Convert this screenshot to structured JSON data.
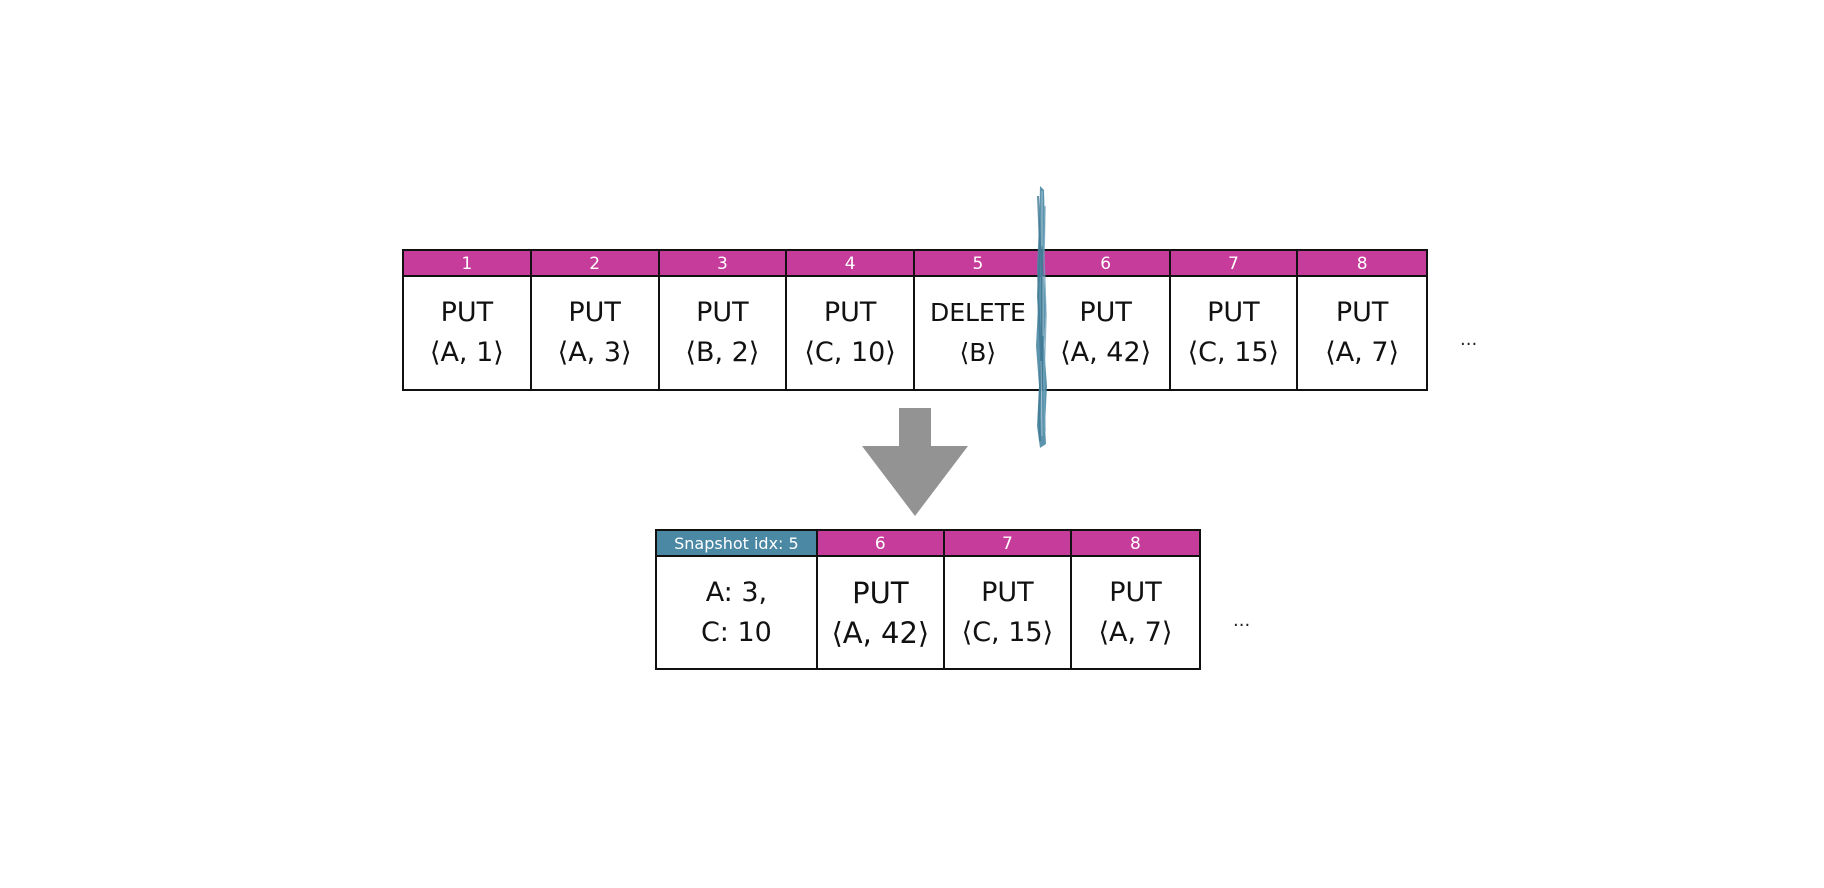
{
  "colors": {
    "entry_header": "#c53c9b",
    "snapshot_header": "#4b88a4",
    "arrow": "#939393",
    "cut_line": "#4b88a4"
  },
  "original_log": {
    "entries": [
      {
        "index": "1",
        "op": "PUT",
        "args": "⟨A, 1⟩"
      },
      {
        "index": "2",
        "op": "PUT",
        "args": "⟨A, 3⟩"
      },
      {
        "index": "3",
        "op": "PUT",
        "args": "⟨B, 2⟩"
      },
      {
        "index": "4",
        "op": "PUT",
        "args": "⟨C, 10⟩"
      },
      {
        "index": "5",
        "op": "DELETE",
        "args": "⟨B⟩"
      },
      {
        "index": "6",
        "op": "PUT",
        "args": "⟨A, 42⟩"
      },
      {
        "index": "7",
        "op": "PUT",
        "args": "⟨C, 15⟩"
      },
      {
        "index": "8",
        "op": "PUT",
        "args": "⟨A, 7⟩"
      }
    ],
    "more": "..."
  },
  "compacted_log": {
    "snapshot": {
      "label": "Snapshot idx: 5",
      "state_lines": [
        "A: 3,",
        "C: 10"
      ]
    },
    "entries": [
      {
        "index": "6",
        "op": "PUT",
        "args": "⟨A, 42⟩"
      },
      {
        "index": "7",
        "op": "PUT",
        "args": "⟨C, 15⟩"
      },
      {
        "index": "8",
        "op": "PUT",
        "args": "⟨A, 7⟩"
      }
    ],
    "more": "..."
  },
  "icons": {
    "transform": "down-arrow-icon",
    "cut": "cut-line-icon"
  }
}
